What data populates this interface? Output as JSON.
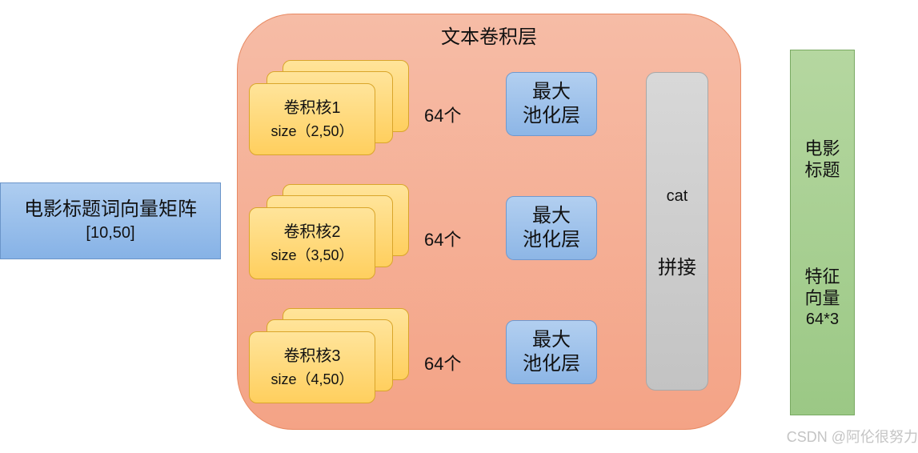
{
  "input": {
    "title": "电影标题词向量矩阵",
    "shape": "[10,50]"
  },
  "conv_layer": {
    "title": "文本卷积层",
    "kernels": [
      {
        "name": "卷积核1",
        "size": "size（2,50）",
        "count": "64个",
        "pool": [
          "最大",
          "池化层"
        ]
      },
      {
        "name": "卷积核2",
        "size": "size（3,50）",
        "count": "64个",
        "pool": [
          "最大",
          "池化层"
        ]
      },
      {
        "name": "卷积核3",
        "size": "size（4,50）",
        "count": "64个",
        "pool": [
          "最大",
          "池化层"
        ]
      }
    ],
    "concat": {
      "op": "cat",
      "label": "拼接"
    }
  },
  "output": {
    "title": [
      "电影",
      "标题"
    ],
    "vector": [
      "特征",
      "向量"
    ],
    "dim": "64*3"
  },
  "watermark": "CSDN @阿伦很努力",
  "colors": {
    "input": "#9dc3e6",
    "conv_layer": "#f4b183",
    "kernel": "#ffd966",
    "pool": "#9dc3e6",
    "concat": "#d0d0d0",
    "output": "#a9d18e"
  }
}
